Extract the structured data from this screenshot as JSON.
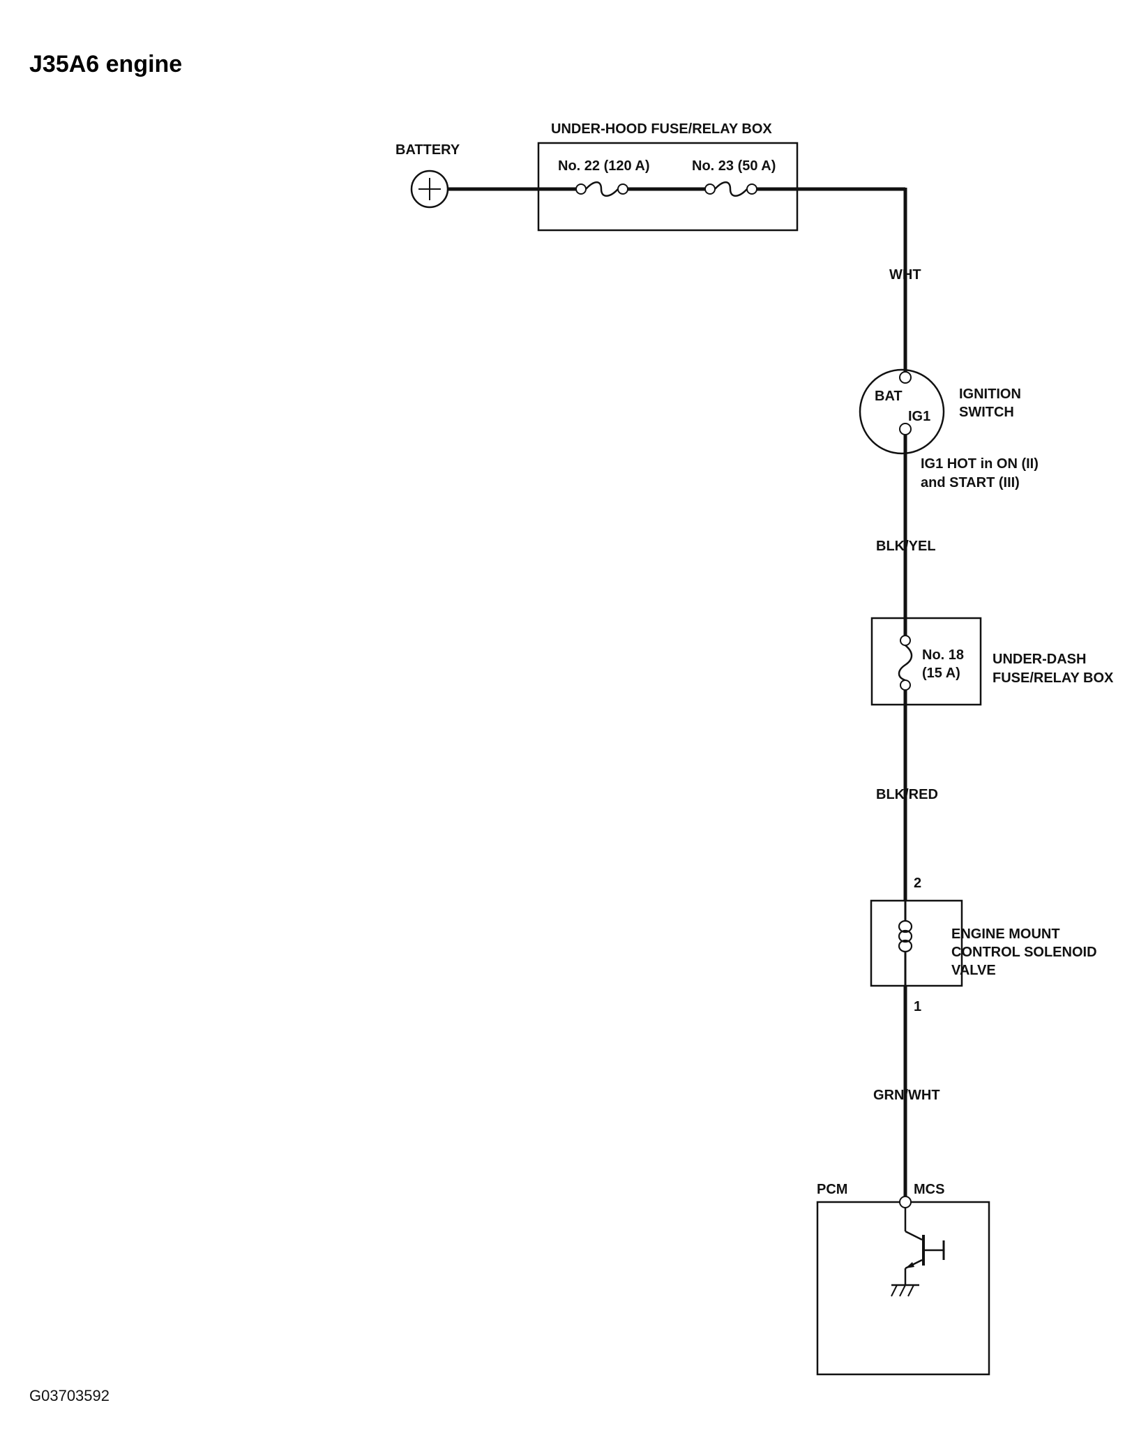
{
  "title": "J35A6 engine",
  "figure_code": "G03703592",
  "battery": {
    "label": "BATTERY"
  },
  "under_hood_box": {
    "label": "UNDER-HOOD FUSE/RELAY BOX",
    "fuse_a": "No. 22 (120 A)",
    "fuse_b": "No. 23 (50 A)"
  },
  "wires": {
    "w1": "WHT",
    "w2": "BLK/YEL",
    "w3": "BLK/RED",
    "w4": "GRN/WHT"
  },
  "ignition_switch": {
    "label_line1": "IGNITION",
    "label_line2": "SWITCH",
    "terminal_bat": "BAT",
    "terminal_ig1": "IG1",
    "note_line1": "IG1 HOT in ON (II)",
    "note_line2": "and START (III)"
  },
  "under_dash_box": {
    "label_line1": "UNDER-DASH",
    "label_line2": "FUSE/RELAY BOX",
    "fuse_line1": "No. 18",
    "fuse_line2": "(15 A)"
  },
  "solenoid": {
    "label_line1": "ENGINE MOUNT",
    "label_line2": "CONTROL SOLENOID",
    "label_line3": "VALVE",
    "pin_top": "2",
    "pin_bottom": "1"
  },
  "pcm": {
    "label": "PCM",
    "terminal": "MCS"
  }
}
